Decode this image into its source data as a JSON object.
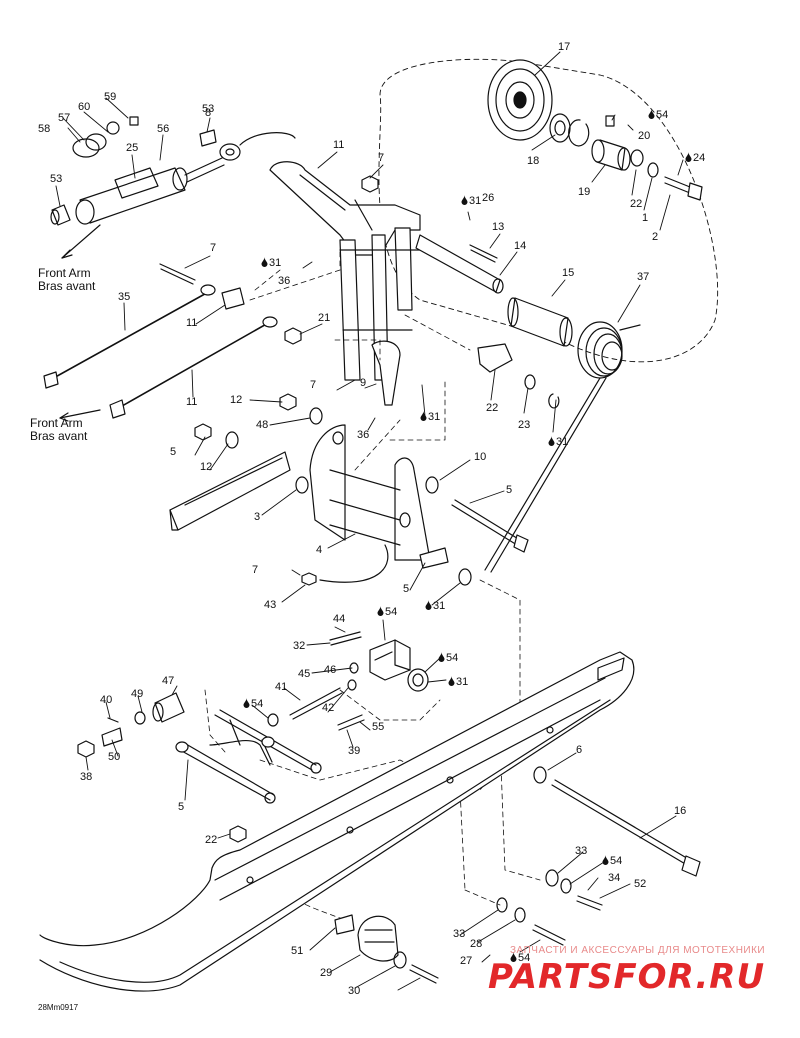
{
  "annotations": {
    "front_arm_top": [
      "Front Arm",
      "Bras avant"
    ],
    "front_arm_mid": [
      "Front Arm",
      "Bras avant"
    ]
  },
  "diagram_code": "28Mm0917",
  "watermark": {
    "tagline": "ЗАПЧАСТИ И АКСЕССУАРЫ ДЛЯ МОТОТЕХНИКИ",
    "logo": "PARTSFOR.RU"
  },
  "colors": {
    "line": "#111111",
    "watermark": "#e2282a",
    "watermark_light": "#e88a8a"
  },
  "callouts": [
    {
      "n": "17"
    },
    {
      "n": "54",
      "drop": true
    },
    {
      "n": "20"
    },
    {
      "n": "24",
      "drop": true
    },
    {
      "n": "18"
    },
    {
      "n": "19"
    },
    {
      "n": "22"
    },
    {
      "n": "1"
    },
    {
      "n": "2"
    },
    {
      "n": "59"
    },
    {
      "n": "60"
    },
    {
      "n": "57"
    },
    {
      "n": "58"
    },
    {
      "n": "53"
    },
    {
      "n": "56"
    },
    {
      "n": "25"
    },
    {
      "n": "53"
    },
    {
      "n": "8"
    },
    {
      "n": "11"
    },
    {
      "n": "7"
    },
    {
      "n": "31",
      "drop": true
    },
    {
      "n": "26"
    },
    {
      "n": "13"
    },
    {
      "n": "14"
    },
    {
      "n": "15"
    },
    {
      "n": "37"
    },
    {
      "n": "7"
    },
    {
      "n": "31",
      "drop": true
    },
    {
      "n": "36"
    },
    {
      "n": "35"
    },
    {
      "n": "11"
    },
    {
      "n": "21"
    },
    {
      "n": "22"
    },
    {
      "n": "23"
    },
    {
      "n": "31",
      "drop": true
    },
    {
      "n": "7"
    },
    {
      "n": "9"
    },
    {
      "n": "31",
      "drop": true
    },
    {
      "n": "36"
    },
    {
      "n": "11"
    },
    {
      "n": "12"
    },
    {
      "n": "48"
    },
    {
      "n": "5"
    },
    {
      "n": "12"
    },
    {
      "n": "10"
    },
    {
      "n": "5"
    },
    {
      "n": "3"
    },
    {
      "n": "4"
    },
    {
      "n": "5"
    },
    {
      "n": "31",
      "drop": true
    },
    {
      "n": "7"
    },
    {
      "n": "43"
    },
    {
      "n": "54",
      "drop": true
    },
    {
      "n": "44"
    },
    {
      "n": "32"
    },
    {
      "n": "54",
      "drop": true
    },
    {
      "n": "45"
    },
    {
      "n": "31",
      "drop": true
    },
    {
      "n": "46"
    },
    {
      "n": "41"
    },
    {
      "n": "47"
    },
    {
      "n": "42"
    },
    {
      "n": "40"
    },
    {
      "n": "49"
    },
    {
      "n": "54",
      "drop": true
    },
    {
      "n": "55"
    },
    {
      "n": "39"
    },
    {
      "n": "50"
    },
    {
      "n": "38"
    },
    {
      "n": "5"
    },
    {
      "n": "6"
    },
    {
      "n": "16"
    },
    {
      "n": "22"
    },
    {
      "n": "33"
    },
    {
      "n": "54",
      "drop": true
    },
    {
      "n": "34"
    },
    {
      "n": "52"
    },
    {
      "n": "33"
    },
    {
      "n": "28"
    },
    {
      "n": "51"
    },
    {
      "n": "54",
      "drop": true
    },
    {
      "n": "27"
    },
    {
      "n": "29"
    },
    {
      "n": "30"
    }
  ]
}
